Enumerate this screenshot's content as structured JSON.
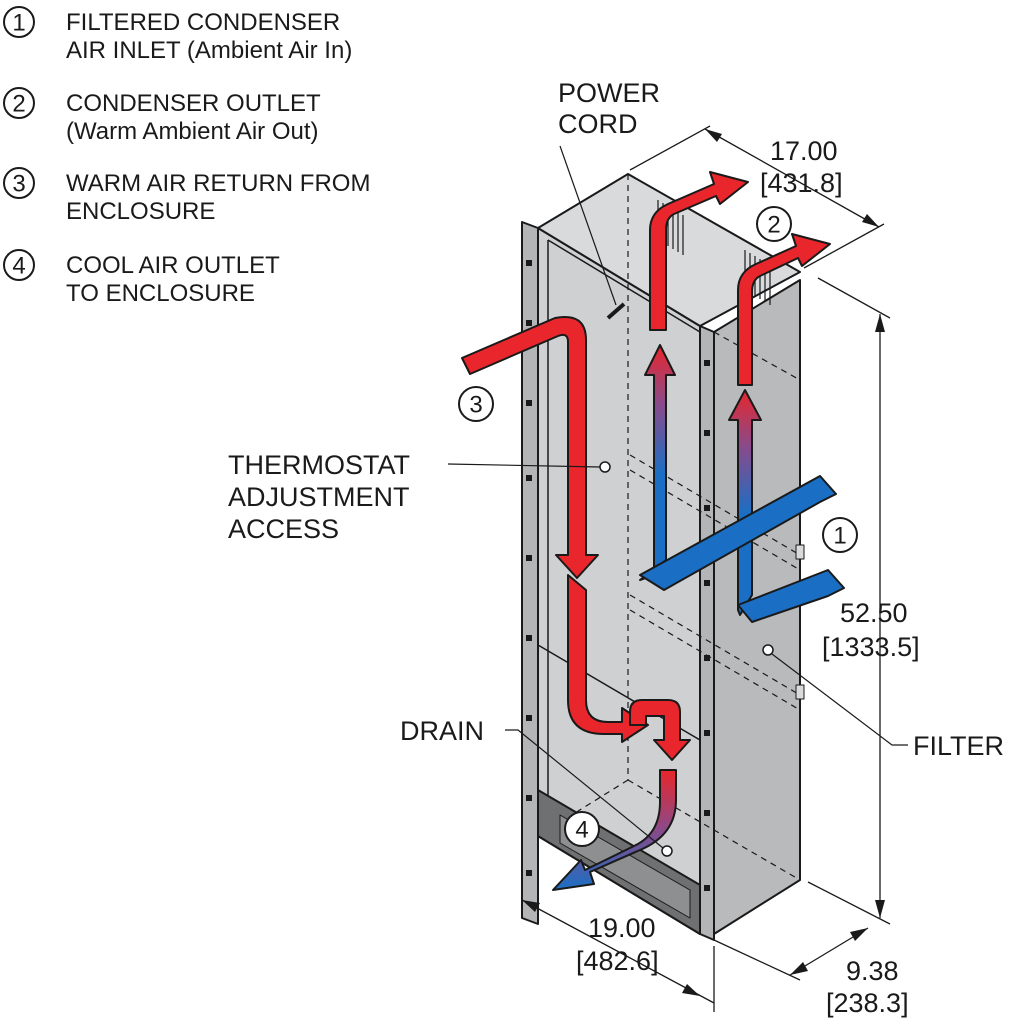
{
  "legend": [
    {
      "number": "1",
      "line1": "FILTERED CONDENSER",
      "line2": "AIR INLET (Ambient Air In)"
    },
    {
      "number": "2",
      "line1": "CONDENSER OUTLET",
      "line2": "(Warm Ambient Air Out)"
    },
    {
      "number": "3",
      "line1": "WARM AIR RETURN FROM",
      "line2": "ENCLOSURE"
    },
    {
      "number": "4",
      "line1": "COOL AIR OUTLET",
      "line2": "TO ENCLOSURE"
    }
  ],
  "callouts": {
    "power_cord": [
      "POWER",
      "CORD"
    ],
    "thermostat": [
      "THERMOSTAT",
      "ADJUSTMENT",
      "ACCESS"
    ],
    "drain": "DRAIN",
    "filter": "FILTER"
  },
  "dimensions": {
    "depth_top": {
      "value": "17.00",
      "metric": "[431.8]"
    },
    "height": {
      "value": "52.50",
      "metric": "[1333.5]"
    },
    "width": {
      "value": "19.00",
      "metric": "[482.6]"
    },
    "depth_bottom": {
      "value": "9.38",
      "metric": "[238.3]"
    }
  },
  "markers": {
    "m1": "1",
    "m2": "2",
    "m3": "3",
    "m4": "4"
  },
  "colors": {
    "warm_air": "#e8262b",
    "cool_air": "#1a6fc4",
    "housing": "#c9cacc",
    "housing_dark": "#8e8f91",
    "line": "#1a1a1a"
  }
}
